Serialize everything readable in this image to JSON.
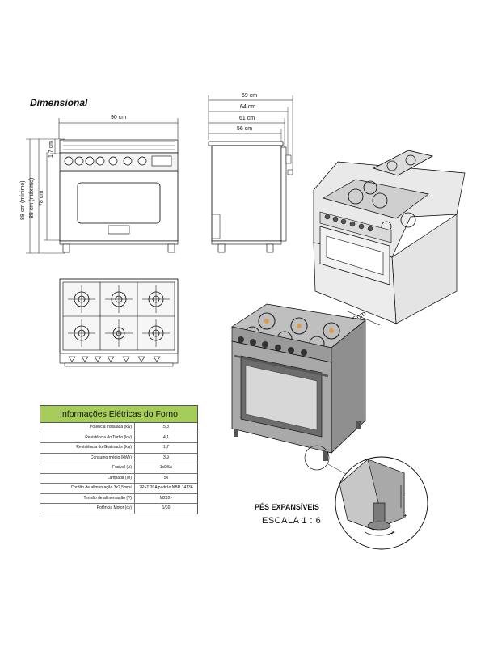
{
  "diagram": {
    "title": "Dimensional",
    "front_view": {
      "width_label": "90 cm",
      "top_height_label": "1,7 cm",
      "height_min_label": "88 cm (mínimo)",
      "height_max_label": "89 cm (máximo)",
      "height_body_label": "78 cm"
    },
    "side_view": {
      "depth_labels": [
        "69 cm",
        "64 cm",
        "61 cm",
        "56 cm"
      ]
    },
    "iso_view": {
      "gap_label": "5cm"
    },
    "feet": {
      "title": "PÉS EXPANSÍVEIS",
      "scale": "ESCALA 1 : 6"
    },
    "electrical_table": {
      "header": "Informações Elétricas do Forno",
      "header_color": "#a6cd5b",
      "rows": [
        {
          "label": "Potência Instalada (kw)",
          "value": "5,8"
        },
        {
          "label": "Resistência do Turbo (kw)",
          "value": "4,1"
        },
        {
          "label": "Resistência do Gratinador (kw)",
          "value": "1,7"
        },
        {
          "label": "Consumo médio (kWh)",
          "value": "3,9"
        },
        {
          "label": "Fusível (A)",
          "value": "1x0,5A"
        },
        {
          "label": "Lâmpada (W)",
          "value": "50"
        },
        {
          "label": "Cordão de alimentação 3x2,5mm²",
          "value": "2P+T 20A padrão NBR 14136"
        },
        {
          "label": "Tensão de alimentação (V)",
          "value": "M220~"
        },
        {
          "label": "Potência Motor (cv)",
          "value": "1/30"
        }
      ]
    }
  }
}
